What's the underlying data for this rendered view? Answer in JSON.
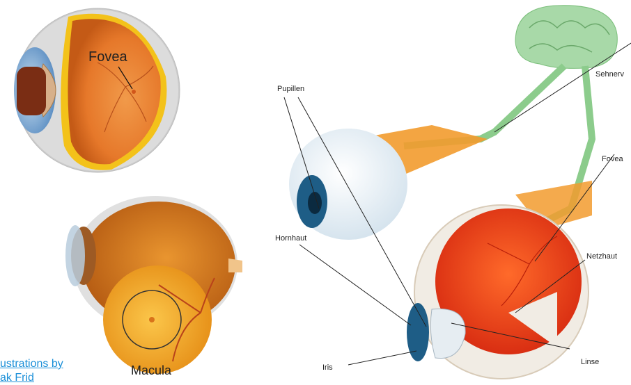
{
  "top_eye": {
    "label": "Fovea",
    "colors": {
      "retina": "#e6782a",
      "sclera": "#f3f3f3",
      "iris": "#6a9ed0",
      "border": "#f3c21a"
    }
  },
  "bottom_eye": {
    "label": "Macula",
    "colors": {
      "retina": "#d97a1f",
      "fundus": "#f5b227",
      "border": "#333333"
    }
  },
  "credit": {
    "line1": "ustrations by",
    "line2": "ak Frid"
  },
  "diagram": {
    "labels": {
      "pupillen": "Pupillen",
      "sehnerv": "Sehnerv",
      "fovea": "Fovea",
      "hornhaut": "Hornhaut",
      "netzhaut": "Netzhaut",
      "iris": "Iris",
      "linse": "Linse"
    },
    "colors": {
      "brain": "#a8d9a8",
      "nerve": "#f29b2e",
      "eyeball": "#e9f1f6",
      "retina": "#e8401a",
      "iris": "#1e5d86"
    }
  }
}
